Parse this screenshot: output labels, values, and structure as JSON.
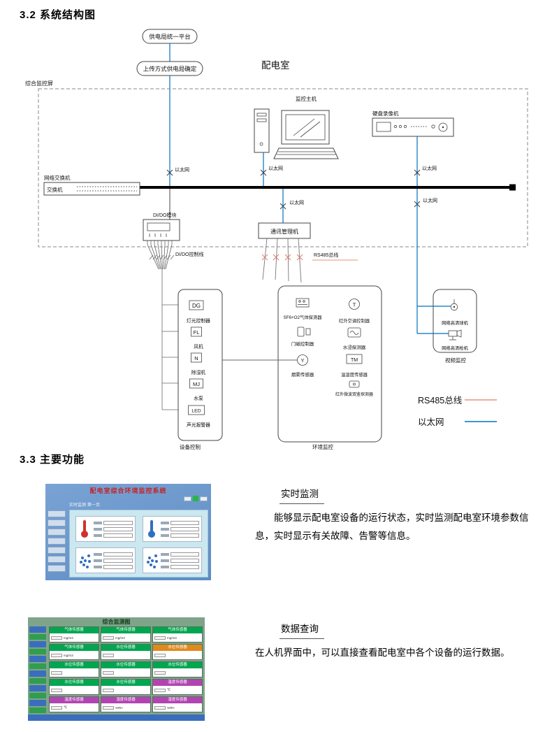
{
  "page": {
    "section32_title": "3.2 系统结构图",
    "section33_title": "3.3 主要功能"
  },
  "diagram": {
    "platform_box": "供电局统一平台",
    "upload_box": "上传方式供电局确定",
    "room_label": "配电室",
    "panel_label": "综合监控屏",
    "switch_label_top": "网络交换机",
    "switch_label_in": "交换机",
    "host_label": "监控主机",
    "dvr_label": "硬盘录像机",
    "ethernet_label": "以太网",
    "dido_module_label": "DI/DO模块",
    "comm_manager_label": "通讯管理机",
    "dido_line_label": "DI/DO控制线",
    "rs485_line_label": "RS485总线",
    "colors": {
      "ethernet": "#0070c0",
      "rs485": "#e8907e",
      "bus": "#000000"
    },
    "device_group": {
      "caption": "设备控制",
      "items": [
        {
          "icon": "DG",
          "label": "灯光控制器"
        },
        {
          "icon": "FL",
          "label": "风机"
        },
        {
          "icon": "N",
          "label": "除湿机"
        },
        {
          "icon": "MJ",
          "label": "水泵"
        },
        {
          "icon": "LED",
          "label": "声光报警器"
        }
      ]
    },
    "env_group": {
      "caption": "环境监控",
      "left": [
        {
          "label": "SF6+O2气体探测器"
        },
        {
          "label": "门磁控制器"
        },
        {
          "icon": "Y",
          "label": "烟雾传感器"
        }
      ],
      "right": [
        {
          "icon": "T",
          "label": "红外空调控制器"
        },
        {
          "label": "水浸探测器"
        },
        {
          "icon": "TM",
          "label": "温湿度传感器"
        },
        {
          "label": "红外微波双鉴探测器"
        }
      ]
    },
    "video_group": {
      "caption": "视频监控",
      "items": [
        {
          "label": "网络高清球机"
        },
        {
          "label": "网络高清枪机"
        }
      ]
    },
    "legend": [
      {
        "label": "RS485总线",
        "color": "#e8907e"
      },
      {
        "label": "以太网",
        "color": "#0070c0"
      }
    ]
  },
  "features": [
    {
      "title": "实时监测",
      "body": "能够显示配电室设备的运行状态，实时监测配电室环境参数信息，实时显示有关故障、告警等信息。"
    },
    {
      "title": "数据查询",
      "body": "在人机界面中，可以直接查看配电室中各个设备的运行数据。"
    }
  ],
  "screenshot1": {
    "title": "配电室综合环境监控系统",
    "tab": "实时监测·第一页",
    "cards": [
      {
        "icon": "thermo-red"
      },
      {
        "icon": "thermo-blue"
      },
      {
        "icon": "gas-dots"
      },
      {
        "icon": "gas-dots"
      }
    ]
  },
  "screenshot2": {
    "title": "综合监测图",
    "sidebar_colors": [
      "#3a6ebd",
      "#2f9e4e"
    ],
    "rows": [
      [
        {
          "label": "气体传感器",
          "color": "#00a650",
          "unit": "mg/m3"
        },
        {
          "label": "气体传感器",
          "color": "#00a650",
          "unit": "mg/m3"
        },
        {
          "label": "气体传感器",
          "color": "#00a650",
          "unit": "mg/m3"
        }
      ],
      [
        {
          "label": "气体传感器",
          "color": "#00a650",
          "unit": "mg/m3"
        },
        {
          "label": "水位传感器",
          "color": "#00a650",
          "unit": ""
        },
        {
          "label": "水位传感器",
          "color": "#e08a1e",
          "unit": ""
        }
      ],
      [
        {
          "label": "水位传感器",
          "color": "#00a650",
          "unit": ""
        },
        {
          "label": "水位传感器",
          "color": "#00a650",
          "unit": ""
        },
        {
          "label": "水位传感器",
          "color": "#00a650",
          "unit": ""
        }
      ],
      [
        {
          "label": "水位传感器",
          "color": "#00a650",
          "unit": ""
        },
        {
          "label": "水位传感器",
          "color": "#00a650",
          "unit": ""
        },
        {
          "label": "温度传感器",
          "color": "#b244b2",
          "unit": "℃"
        }
      ],
      [
        {
          "label": "温度传感器",
          "color": "#b244b2",
          "unit": "℃"
        },
        {
          "label": "湿度传感器",
          "color": "#b244b2",
          "unit": "%RH"
        },
        {
          "label": "湿度传感器",
          "color": "#b244b2",
          "unit": "%RH"
        }
      ]
    ]
  }
}
